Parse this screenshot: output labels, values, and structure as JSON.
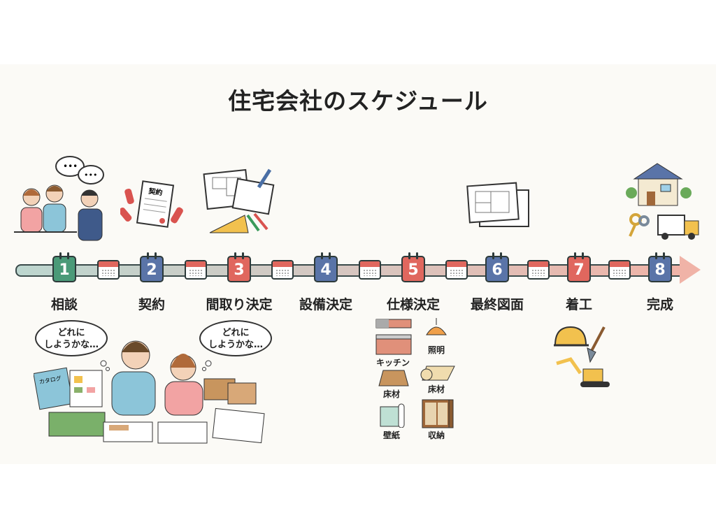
{
  "title": "住宅会社のスケジュール",
  "steps": [
    {
      "number": "1",
      "label": "相談",
      "color": "#4a9a78"
    },
    {
      "number": "2",
      "label": "契約",
      "color": "#5a74a8"
    },
    {
      "number": "3",
      "label": "間取り決定",
      "color": "#e0675e"
    },
    {
      "number": "4",
      "label": "設備決定",
      "color": "#5a74a8"
    },
    {
      "number": "5",
      "label": "仕様決定",
      "color": "#e0675e"
    },
    {
      "number": "6",
      "label": "最終図面",
      "color": "#5a74a8"
    },
    {
      "number": "7",
      "label": "着工",
      "color": "#e0675e"
    },
    {
      "number": "8",
      "label": "完成",
      "color": "#5a74a8"
    }
  ],
  "contract_paper": "契約",
  "thought_bubbles": [
    "どれに\nしようかな…",
    "どれに\nしようかな…"
  ],
  "catalog_label": "カタログ",
  "spec_items": [
    "キッチン",
    "照明",
    "床材",
    "床材",
    "壁紙",
    "収納"
  ]
}
